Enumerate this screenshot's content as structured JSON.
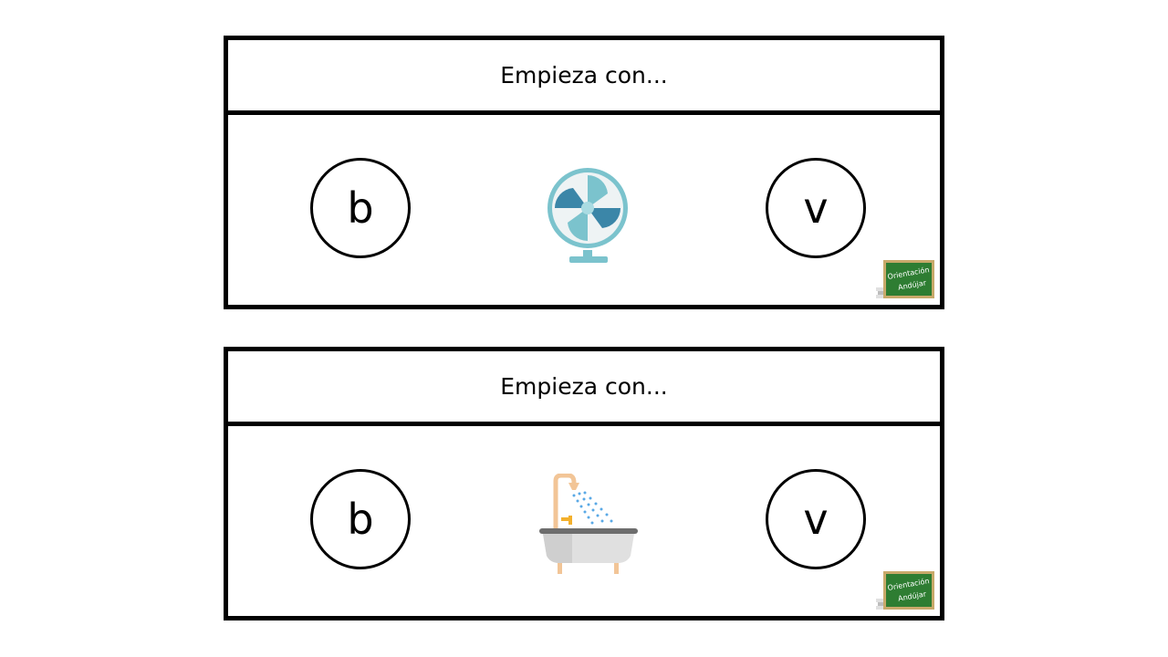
{
  "cards": [
    {
      "header": "Empieza con...",
      "picture_icon": "electric-fan-icon",
      "options": [
        "b",
        "v"
      ],
      "logo": {
        "line1": "Orientación",
        "line2": "Andújar"
      }
    },
    {
      "header": "Empieza con...",
      "picture_icon": "bathtub-shower-icon",
      "options": [
        "b",
        "v"
      ],
      "logo": {
        "line1": "Orientación",
        "line2": "Andújar"
      }
    }
  ],
  "colors": {
    "fan_light": "#7bc3cd",
    "fan_dark": "#3b86a8",
    "bath_tub": "#dcdcdc",
    "bath_pipe": "#f2c597",
    "water": "#5aa9e6",
    "chalkboard": "#2e7d32",
    "chalkboard_frame": "#c8a96a"
  }
}
